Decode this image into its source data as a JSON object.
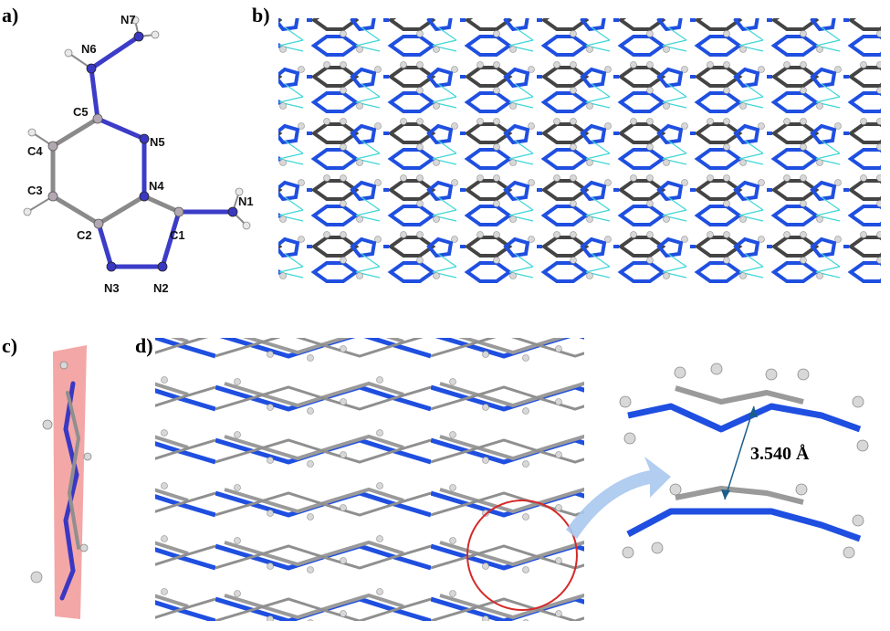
{
  "panels": {
    "a": {
      "label": "a)"
    },
    "b": {
      "label": "b)"
    },
    "c": {
      "label": "c)"
    },
    "d": {
      "label": "d)"
    }
  },
  "atoms": {
    "N7": "N7",
    "N6": "N6",
    "C5": "C5",
    "N5": "N5",
    "C4": "C4",
    "C3": "C3",
    "N4": "N4",
    "N1": "N1",
    "C2": "C2",
    "C1": "C1",
    "N3": "N3",
    "N2": "N2"
  },
  "stacking": {
    "distance_label": "3.540 Å"
  },
  "colors": {
    "carbon": "#8f8f8f",
    "nitrogen": "#1f4fe0",
    "hydrogen": "#d8d8d8",
    "hbond": "#3fd6d6",
    "plane": "#f08a8a",
    "highlight_circle": "#d42a2a",
    "arrow": "#a9c8ee",
    "distance_line": "#1b5e8a"
  }
}
